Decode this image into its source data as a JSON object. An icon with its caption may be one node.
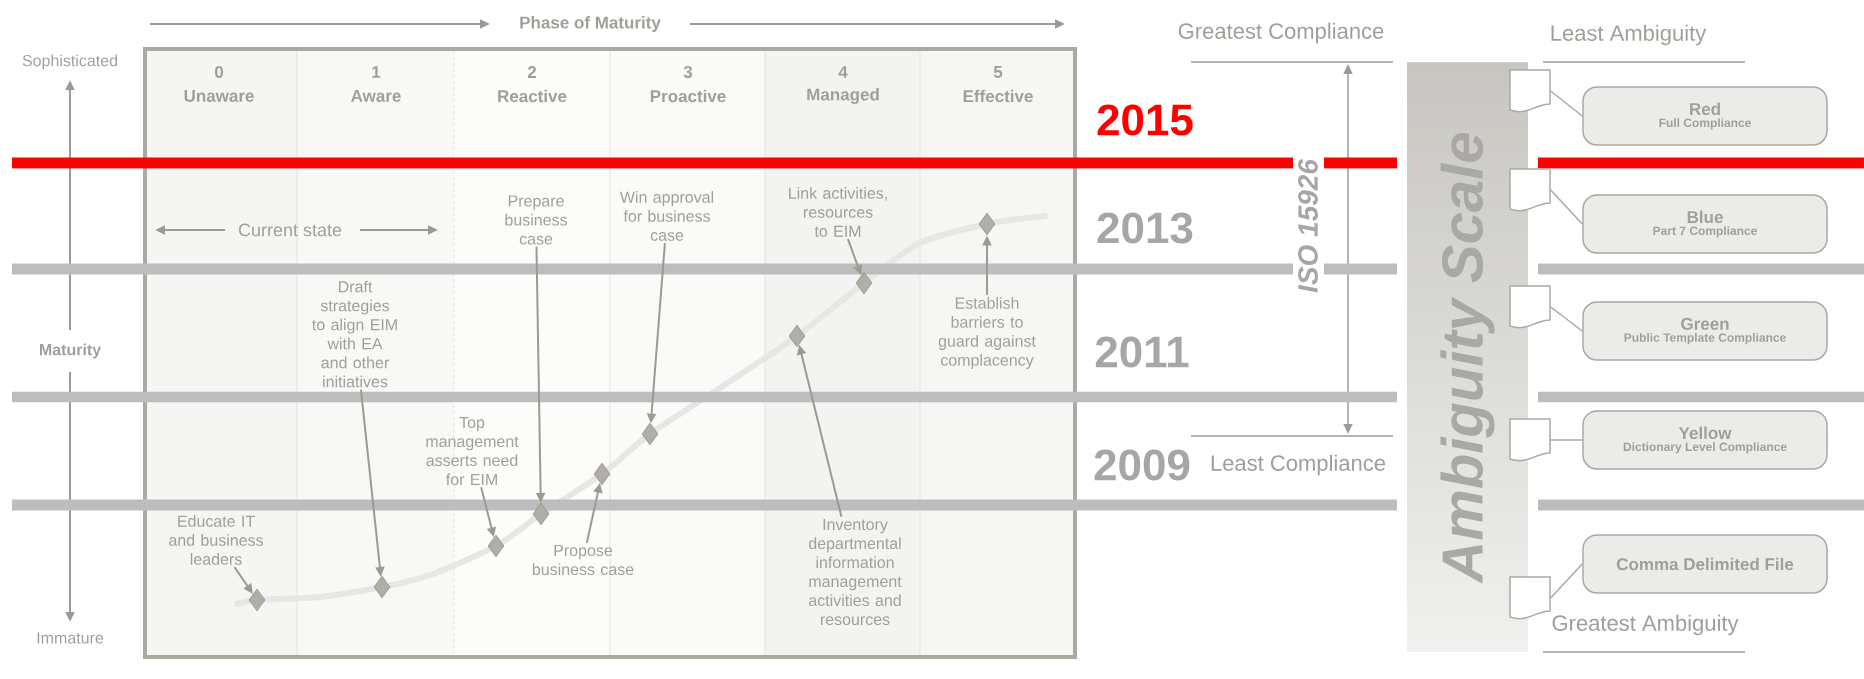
{
  "diagram": {
    "nodes": [
      {
        "text": [
          "Educate IT and business leaders"
        ]
      },
      {
        "text": [
          "Draft strategies to align EIM with EA and other initiatives"
        ]
      },
      {
        "text": [
          "Top management asserts need for EIM"
        ]
      },
      {
        "text": [
          "Prepare business case"
        ]
      },
      {
        "text": [
          "Propose business case"
        ]
      },
      {
        "text": [
          "Win approval for business case"
        ]
      },
      {
        "text": [
          "Inventory departmental information management activities and resources"
        ]
      },
      {
        "text": [
          "Link activities, resources to EIM"
        ]
      },
      {
        "text": [
          "Establish barriers to guard against complacency"
        ]
      },
      {
        "text": [],
        "shape": "diamond"
      },
      {
        "text": [],
        "shape": "diamond"
      },
      {
        "text": [],
        "shape": "diamond"
      },
      {
        "text": [],
        "shape": "diamond"
      },
      {
        "text": [],
        "shape": "diamond"
      },
      {
        "text": [],
        "shape": "diamond"
      },
      {
        "text": [],
        "shape": "diamond"
      },
      {
        "text": [],
        "shape": "diamond"
      },
      {
        "text": [],
        "shape": "diamond"
      },
      {
        "text": [
          "Ambiguity Scale"
        ]
      },
      {
        "text": [],
        "shape": "document"
      },
      {
        "text": [
          "Red",
          "Full Compliance"
        ]
      },
      {
        "text": [],
        "shape": "document"
      },
      {
        "text": [
          "Blue",
          "Part 7 Compliance"
        ]
      },
      {
        "text": [],
        "shape": "document"
      },
      {
        "text": [
          "Green",
          "Public Template Compliance"
        ]
      },
      {
        "text": [],
        "shape": "document"
      },
      {
        "text": [
          "Yellow",
          "Dictionary Level Compliance"
        ]
      },
      {
        "text": [],
        "shape": "document"
      },
      {
        "text": [
          "Comma Delimited File"
        ]
      }
    ],
    "edges": [
      {
        "from": 0,
        "to": 9,
        "arrow": "to"
      },
      {
        "from": 1,
        "to": 10,
        "arrow": "to"
      },
      {
        "from": 2,
        "to": 11,
        "arrow": "to"
      },
      {
        "from": 3,
        "to": 12,
        "arrow": "to"
      },
      {
        "from": 4,
        "to": 13,
        "arrow": "to"
      },
      {
        "from": 5,
        "to": 14,
        "arrow": "to"
      },
      {
        "from": 6,
        "to": 15,
        "arrow": "to"
      },
      {
        "from": 7,
        "to": 16,
        "arrow": "to"
      },
      {
        "from": 8,
        "to": 17,
        "arrow": "to"
      },
      {
        "from": 20,
        "to": 19,
        "arrow": "none"
      },
      {
        "from": 22,
        "to": 21,
        "arrow": "none"
      },
      {
        "from": 24,
        "to": 23,
        "arrow": "none"
      },
      {
        "from": 26,
        "to": 25,
        "arrow": "none"
      },
      {
        "from": 28,
        "to": 27,
        "arrow": "none"
      }
    ],
    "labels": [
      "Phase of Maturity",
      "Sophisticated",
      "Maturity",
      "Immature",
      "0",
      "Unaware",
      "1",
      "Aware",
      "2",
      "Reactive",
      "3",
      "Proactive",
      "4",
      "Managed",
      "5",
      "Effective",
      "Current state",
      "2015",
      "2013",
      "2011",
      "2009",
      "Greatest Compliance",
      "ISO 15926",
      "Least Compliance",
      "Least Ambiguity",
      "Greatest Ambiguity"
    ]
  }
}
